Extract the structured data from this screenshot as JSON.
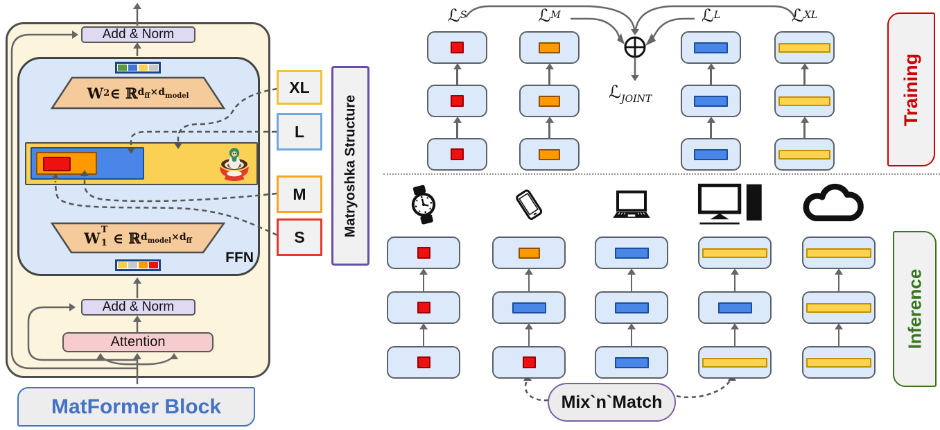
{
  "left_panel": {
    "top_add_norm": "Add & Norm",
    "bottom_add_norm": "Add & Norm",
    "attention": "Attention",
    "ffn_label": "FFN",
    "block_label": "MatFormer Block",
    "matryoshka_structure_label": "Matryoshka Structure",
    "w2_formula": {
      "w": "W",
      "w_sub": "2",
      "element_of": "∈",
      "set": "ℝ",
      "sup": [
        {
          "base": "d",
          "sub": "ff"
        },
        {
          "op": "×"
        },
        {
          "base": "d",
          "sub": "model"
        }
      ]
    },
    "w1_formula": {
      "w": "W",
      "w_sub": "1",
      "w_sup": "T",
      "element_of": "∈",
      "set": "ℝ",
      "sup": [
        {
          "base": "d",
          "sub": "model"
        },
        {
          "op": "×"
        },
        {
          "base": "d",
          "sub": "ff"
        }
      ]
    },
    "size_labels": [
      {
        "label": "XL",
        "border_color": "#F1C232"
      },
      {
        "label": "L",
        "border_color": "#6FA8DC"
      },
      {
        "label": "M",
        "border_color": "#F6A623"
      },
      {
        "label": "S",
        "border_color": "#E8382B"
      }
    ],
    "ffn_strip_top_colors": [
      "#5B9A45",
      "#3D78D8",
      "#FFD34D",
      "#C9C9C9"
    ],
    "ffn_strip_bottom_colors": [
      "#F7CF4F",
      "#C9C9C9",
      "#FF9900",
      "#E90F0F"
    ],
    "matryoshka_icon": "matryoshka-doll"
  },
  "training": {
    "section_label": "Training",
    "loss_symbol": "ℒ",
    "columns": [
      {
        "loss_sub": "S",
        "blocks": [
          "S",
          "S",
          "S"
        ]
      },
      {
        "loss_sub": "M",
        "blocks": [
          "M",
          "M",
          "M"
        ]
      },
      {
        "loss_sub": "L",
        "blocks": [
          "L",
          "L",
          "L"
        ]
      },
      {
        "loss_sub": "XL",
        "blocks": [
          "XL",
          "XL",
          "XL"
        ]
      }
    ],
    "joint_loss_sub": "JOINT",
    "combine_operator": "⊕"
  },
  "inference": {
    "section_label": "Inference",
    "mix_n_match_label": "Mix`n`Match",
    "columns": [
      {
        "device": "smartwatch",
        "blocks": [
          "S",
          "S",
          "S"
        ]
      },
      {
        "device": "smartphone",
        "blocks": [
          "M",
          "L",
          "S"
        ]
      },
      {
        "device": "laptop",
        "blocks": [
          "L",
          "L",
          "L"
        ]
      },
      {
        "device": "desktop-computer",
        "blocks": [
          "XL",
          "L",
          "XL"
        ]
      },
      {
        "device": "cloud",
        "blocks": [
          "XL",
          "XL",
          "XL"
        ]
      }
    ]
  },
  "colors": {
    "bar": {
      "S": {
        "fill": "#EE1111",
        "border": "#990000"
      },
      "M": {
        "fill": "#FF9900",
        "border": "#8F4F04"
      },
      "L": {
        "fill": "#4A86E8",
        "border": "#1A4FA0"
      },
      "XL": {
        "fill": "#FFD34D",
        "border": "#BF9000"
      }
    },
    "block_fill": "#DCE9FA",
    "block_border": "#5C6166",
    "training_accent": "#CC0000",
    "inference_accent": "#38761D",
    "matformer_accent": "#4472C4",
    "purple_accent": "#674EA7",
    "outer_block_fill": "#FCF4DC",
    "ffn_block_fill": "#D9E7F8",
    "trapezoid_fill": "#F6CB9C",
    "add_norm_fill": "#DFD9F2",
    "attention_fill": "#F6CCCF",
    "nest_yellow": "#FAD155",
    "nest_blue": "#4A86E8",
    "nest_orange": "#FF9900",
    "nest_red": "#EE1111"
  }
}
